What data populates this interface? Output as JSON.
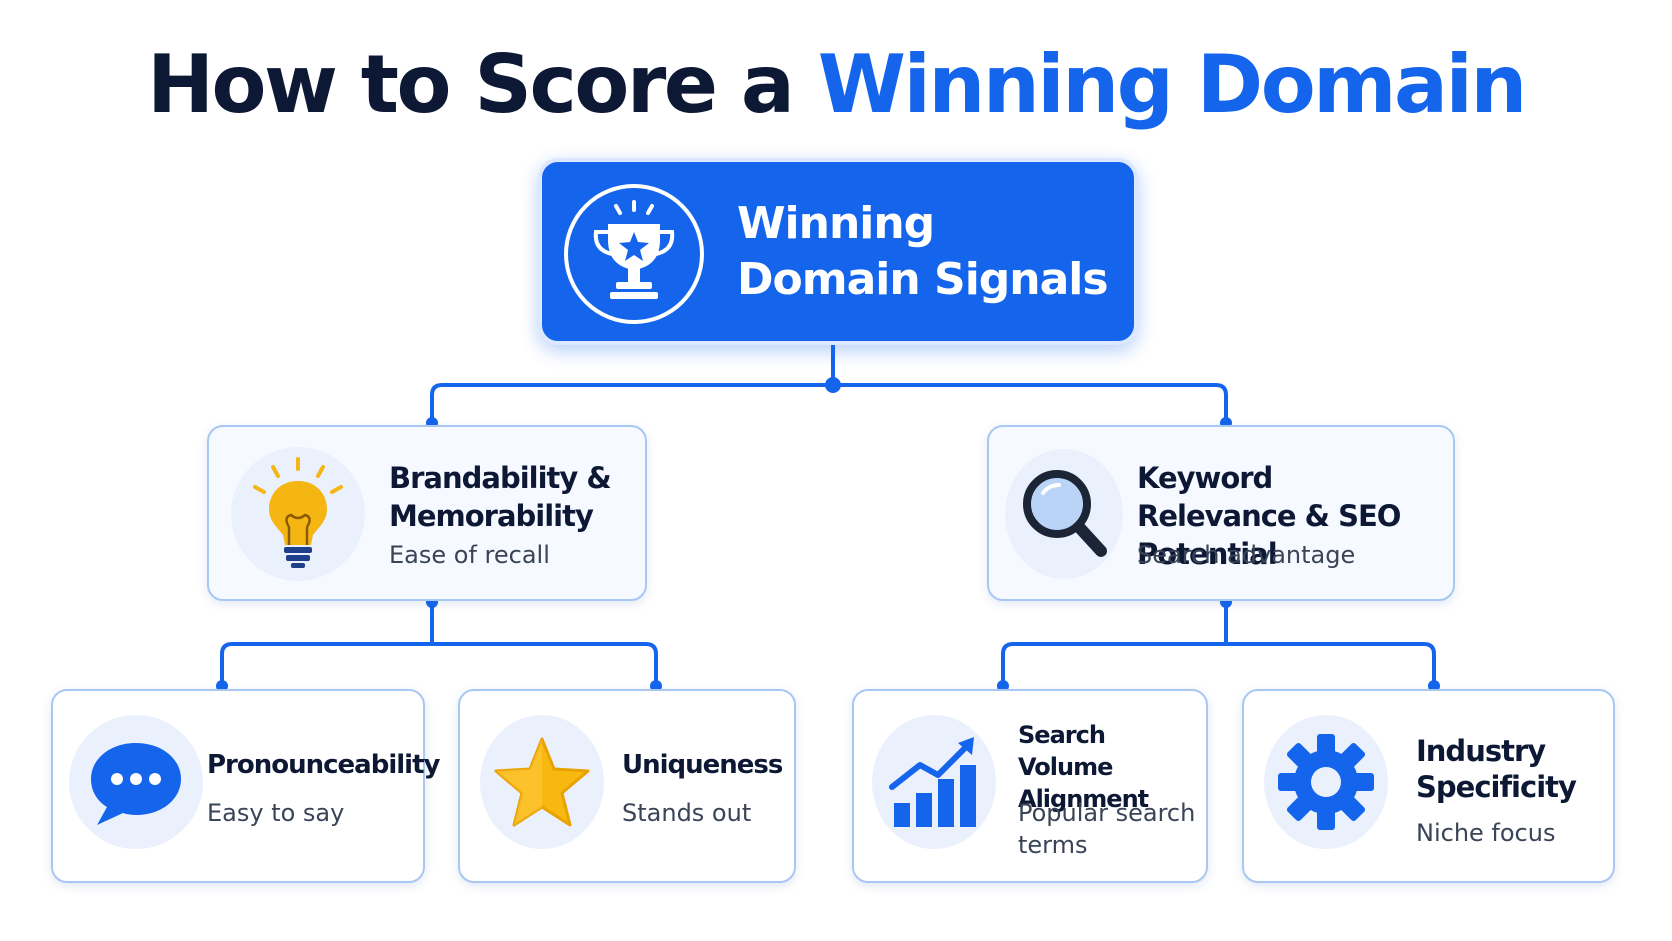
{
  "title": {
    "prefix": "How to Score a",
    "accent": "Winning Domain"
  },
  "root": {
    "label": "Winning Domain Signals",
    "icon": "trophy-icon"
  },
  "branches": [
    {
      "title": "Brandability & Memorability",
      "subtitle": "Ease of recall",
      "icon": "lightbulb-icon"
    },
    {
      "title": "Keyword Relevance & SEO Potential",
      "subtitle": "Search advantage",
      "icon": "magnifier-icon"
    }
  ],
  "leaves": [
    {
      "title": "Pronounceability",
      "subtitle": "Easy to say",
      "icon": "speech-bubble-icon"
    },
    {
      "title": "Uniqueness",
      "subtitle": "Stands out",
      "icon": "star-icon"
    },
    {
      "title": "Search Volume Alignment",
      "subtitle": "Popular search terms",
      "icon": "growth-chart-icon"
    },
    {
      "title": "Industry Specificity",
      "subtitle": "Niche focus",
      "icon": "gear-icon"
    }
  ],
  "colors": {
    "primary": "#1565ec",
    "title_text": "#0d1834",
    "node_border": "#a9c7f3",
    "icon_bg": "#eaf1fd",
    "bulb": "#f5b614",
    "star": "#f7b90f"
  }
}
